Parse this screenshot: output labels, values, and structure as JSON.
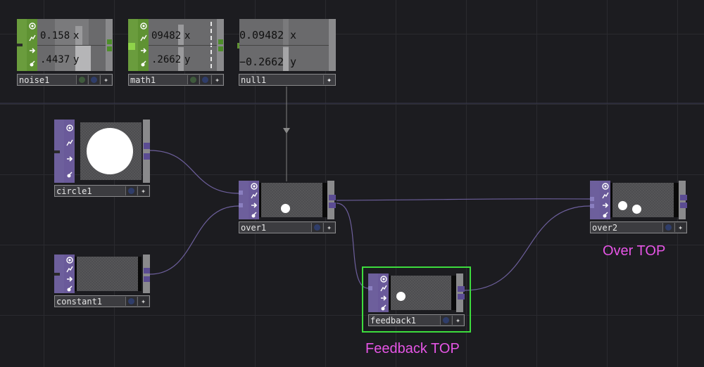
{
  "nodes": {
    "noise1": {
      "name": "noise1",
      "x_value": "0.158",
      "x_channel": "x",
      "y_value": ".4437",
      "y_channel": "y"
    },
    "math1": {
      "name": "math1",
      "x_value": "09482",
      "x_channel": "x",
      "y_value": ".2662",
      "y_channel": "y"
    },
    "null1": {
      "name": "null1",
      "x_value": "0.09482",
      "x_channel": "x",
      "y_value": "−0.2662",
      "y_channel": "y"
    },
    "circle1": {
      "name": "circle1"
    },
    "constant1": {
      "name": "constant1"
    },
    "over1": {
      "name": "over1"
    },
    "over2": {
      "name": "over2"
    },
    "feedback1": {
      "name": "feedback1"
    }
  },
  "captions": {
    "over": "Over TOP",
    "feedback": "Feedback TOP"
  },
  "colors": {
    "background": "#1c1c20",
    "chop_family": "#6a9c3d",
    "top_family": "#6d5f9c",
    "wire": "#6d5f9c",
    "caption": "#e655e6",
    "selection": "#3ddc3d"
  },
  "icons": {
    "viewer": "viewer-active-icon",
    "cook": "cook-flag-icon",
    "bypass": "bypass-icon",
    "lock": "lock-icon",
    "display": "display-flag-icon",
    "render": "render-flag-icon",
    "pin": "pin-icon"
  }
}
